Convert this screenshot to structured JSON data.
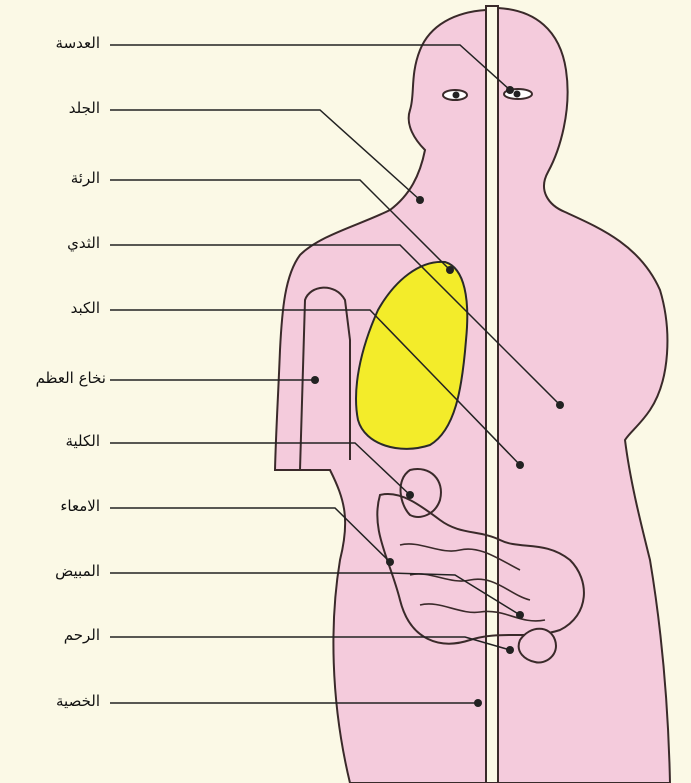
{
  "diagram": {
    "labels": [
      {
        "id": "lens",
        "text": "العدسة"
      },
      {
        "id": "skin",
        "text": "الجلد"
      },
      {
        "id": "lung",
        "text": "الرئة"
      },
      {
        "id": "breast",
        "text": "الثدي"
      },
      {
        "id": "liver",
        "text": "الكبد"
      },
      {
        "id": "bone-marrow",
        "text": "نخاع العظم"
      },
      {
        "id": "kidney",
        "text": "الكلية"
      },
      {
        "id": "intestines",
        "text": "الامعاء"
      },
      {
        "id": "ovary",
        "text": "المبيض"
      },
      {
        "id": "uterus",
        "text": "الرحم"
      },
      {
        "id": "testis",
        "text": "الخصية"
      }
    ],
    "colors": {
      "background": "#fbf9e6",
      "body_fill": "#f4cbdc",
      "body_outline": "#3a2a2a",
      "highlight_organ": "#f3ec2a",
      "leader_line": "#222222"
    }
  }
}
